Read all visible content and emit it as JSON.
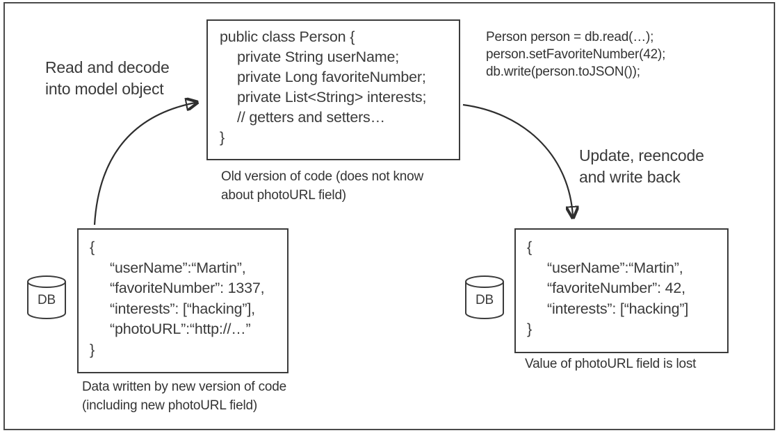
{
  "diagram": {
    "colors": {
      "ink": "#3a3a3a",
      "background": "#ffffff"
    },
    "labels": {
      "read": "Read and decode\ninto model object",
      "write": "Update, reencode\nand write back"
    },
    "person_class_box": {
      "lines": [
        "public class Person {",
        "private String userName;",
        "private Long favoriteNumber;",
        "private List<String> interests;",
        "// getters and setters…",
        "}"
      ],
      "caption": "Old version of code (does not know\nabout photoURL field)"
    },
    "app_code": {
      "lines": [
        "Person person = db.read(…);",
        "person.setFavoriteNumber(42);",
        "db.write(person.toJSON());"
      ]
    },
    "db_left": {
      "label": "DB"
    },
    "db_right": {
      "label": "DB"
    },
    "json_left": {
      "lines": [
        "{",
        "“userName”:“Martin”,",
        "“favoriteNumber”: 1337,",
        "“interests”: [“hacking”],",
        "“photoURL”:“http://…”",
        "}"
      ],
      "caption": "Data written by new version of code\n(including new photoURL field)"
    },
    "json_right": {
      "lines": [
        "{",
        "“userName”:“Martin”,",
        "“favoriteNumber”: 42,",
        "“interests”: [“hacking”]",
        "}"
      ],
      "caption": "Value of photoURL field is lost"
    }
  }
}
